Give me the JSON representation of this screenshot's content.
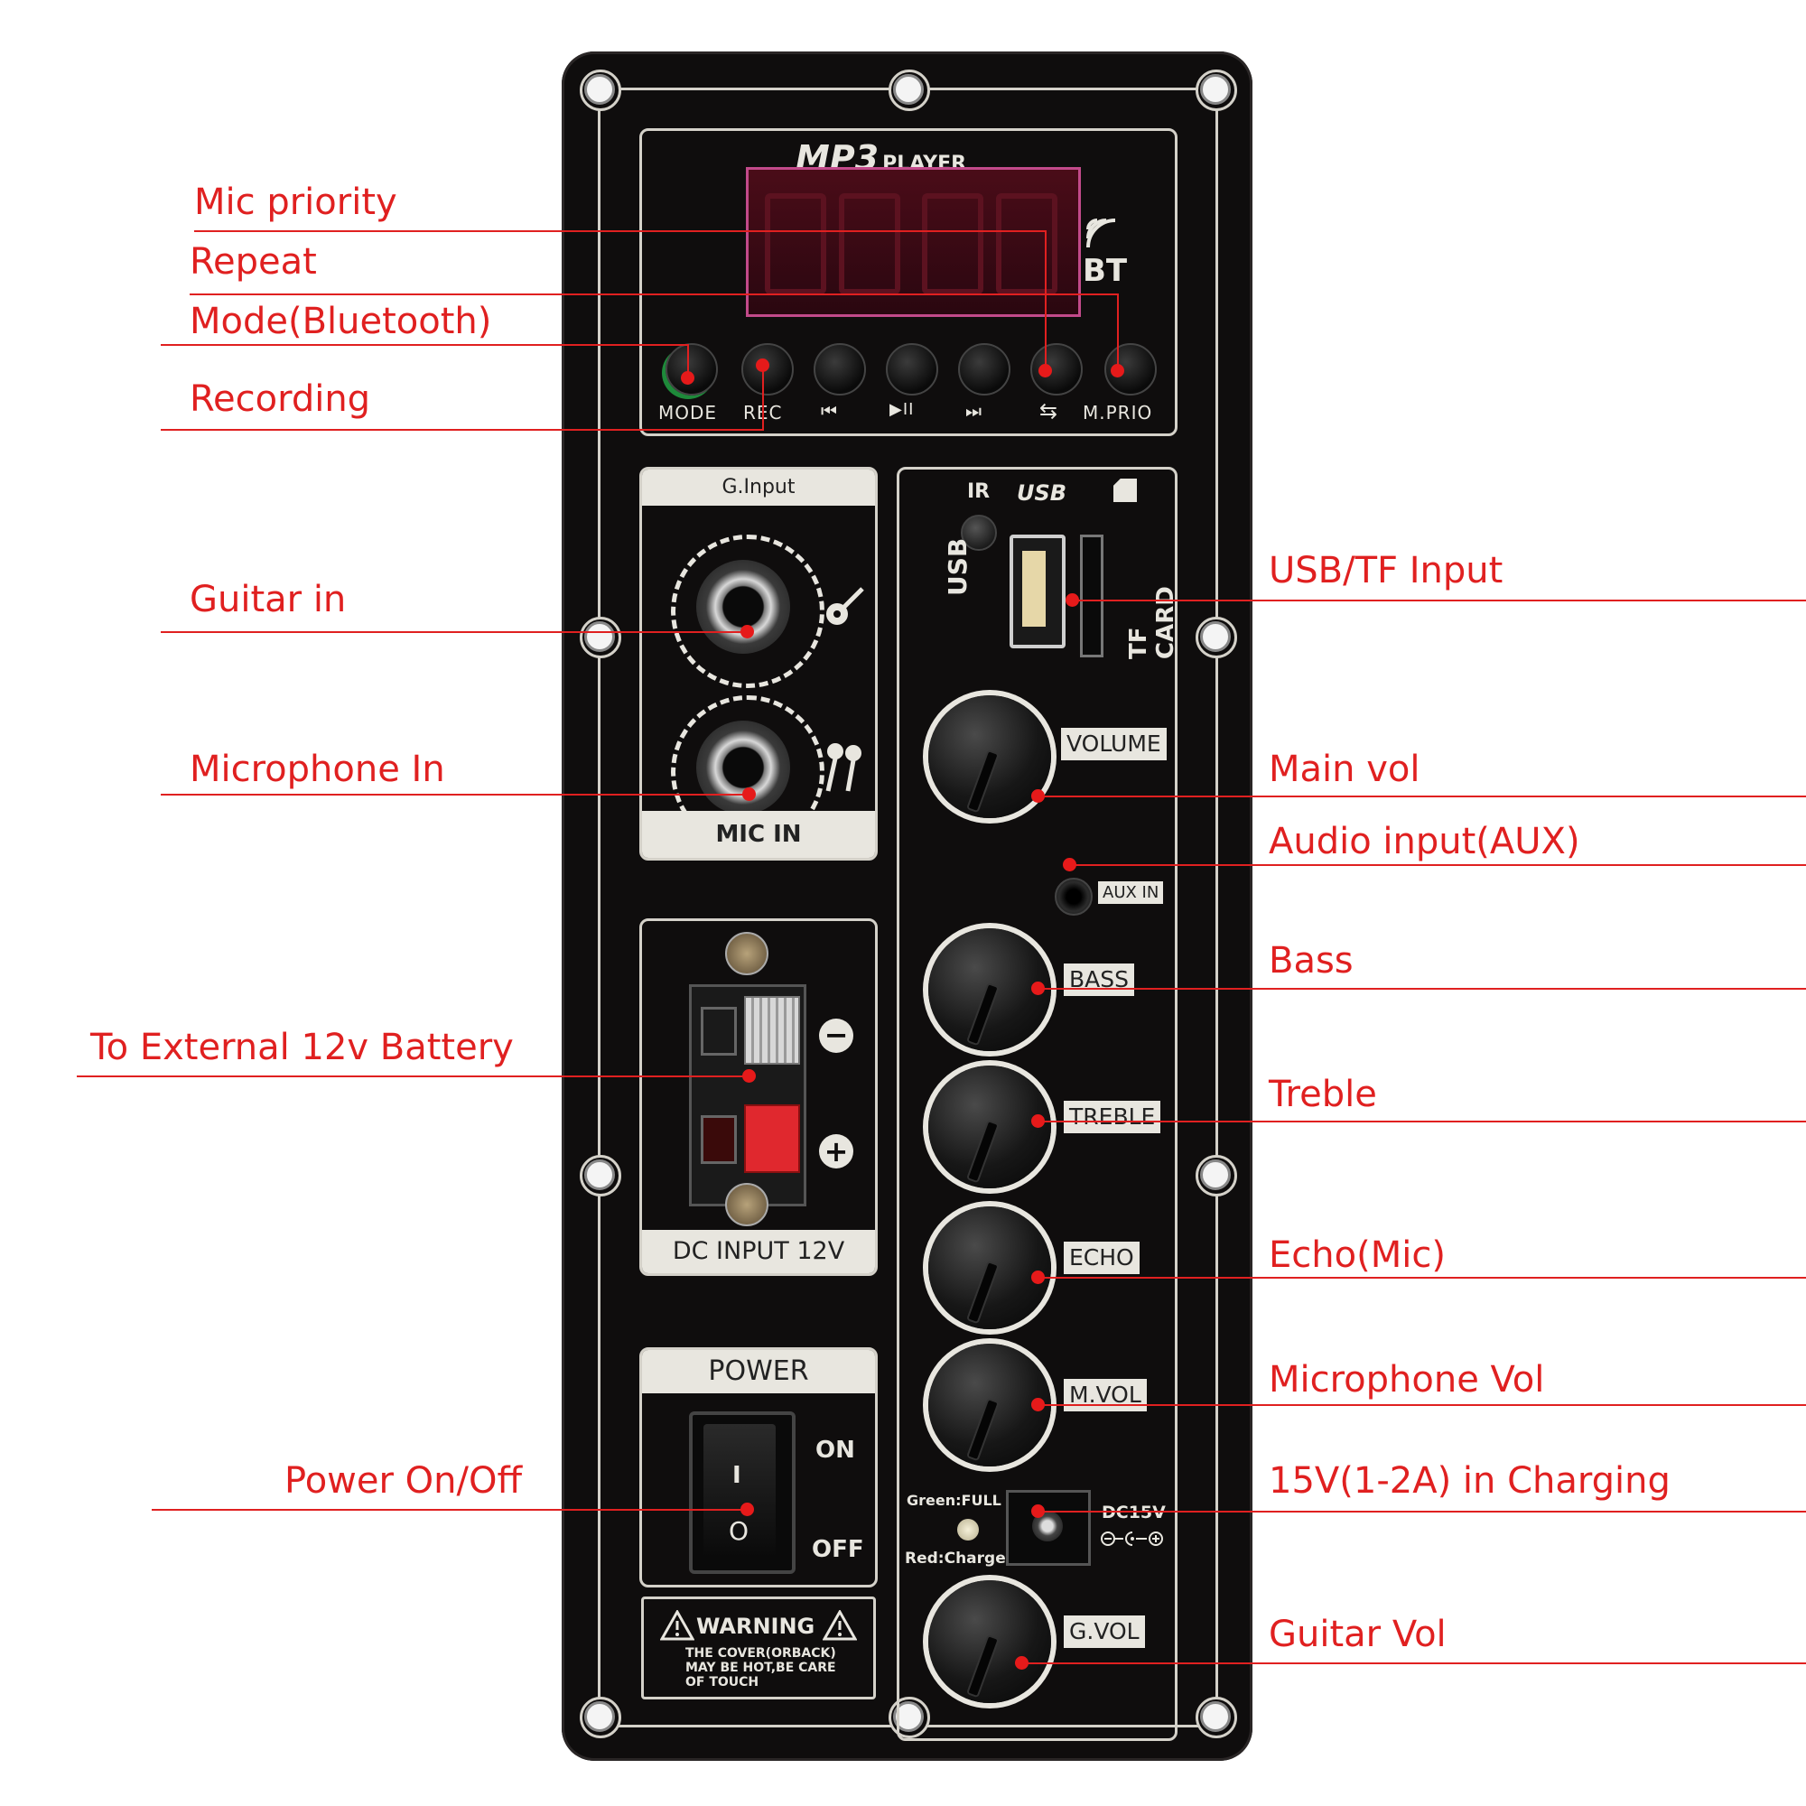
{
  "panel": {
    "header": {
      "brand": "MP3",
      "brand_suffix": "PLAYER",
      "bt_label": "BT"
    },
    "buttons": [
      "MODE",
      "REC",
      "⏮",
      "▶II",
      "⏭",
      "⇆",
      "M.PRIO"
    ],
    "g_input": {
      "label": "G.Input",
      "mic_label": "MIC IN"
    },
    "usb_area": {
      "ir": "IR",
      "usb_logo": "USB",
      "usb_label": "USB",
      "tf_label": "TF CARD"
    },
    "knobs": {
      "volume": "VOLUME",
      "bass": "BASS",
      "treble": "TREBLE",
      "echo": "ECHO",
      "mvol": "M.VOL",
      "gvol": "G.VOL"
    },
    "aux_label": "AUX IN",
    "dc_input": {
      "label": "DC INPUT 12V",
      "minus": "−",
      "plus": "+"
    },
    "power": {
      "title": "POWER",
      "on": "ON",
      "off": "OFF",
      "i": "I",
      "o": "O"
    },
    "charge": {
      "green": "Green:FULL",
      "red": "Red:Charge",
      "dc15": "DC15V"
    },
    "warning": {
      "title": "WARNING",
      "line1": "THE COVER(ORBACK)",
      "line2": "MAY BE HOT,BE CARE",
      "line3": "OF TOUCH"
    },
    "scale_plus": "+",
    "scale_minus": "−"
  },
  "callouts": {
    "left": [
      "Mic priority",
      "Repeat",
      "Mode(Bluetooth)",
      "Recording",
      "Guitar in",
      "Microphone In",
      "To External 12v Battery",
      "Power On/Off"
    ],
    "right": [
      "USB/TF Input",
      "Main vol",
      "Audio input(AUX)",
      "Bass",
      "Treble",
      "Echo(Mic)",
      "Microphone Vol",
      "15V(1-2A) in Charging",
      "Guitar Vol"
    ]
  },
  "colors": {
    "callout": "#e02020",
    "panel": "#0f0d0d",
    "silkscreen": "#e8e6df",
    "display": "#4a0c18",
    "battery_red": "#e0282e"
  }
}
